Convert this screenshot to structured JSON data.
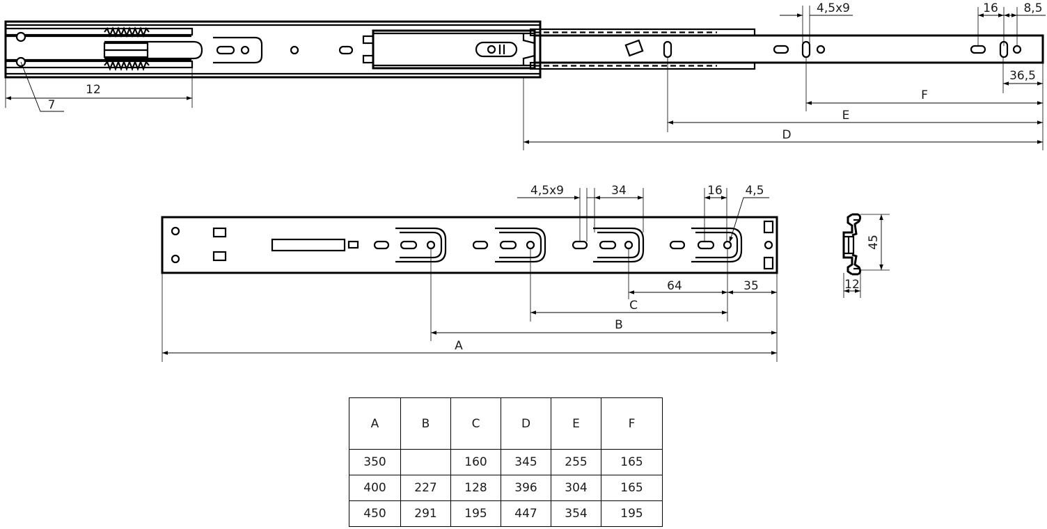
{
  "top_view": {
    "dims": {
      "d12": "12",
      "d7": "7",
      "slot": "4,5x9",
      "d16": "16",
      "d8_5": "8,5",
      "d36_5": "36,5",
      "F": "F",
      "E": "E",
      "D": "D"
    }
  },
  "main_view": {
    "dims": {
      "slot": "4,5x9",
      "d34": "34",
      "d16": "16",
      "d4_5": "4,5",
      "d64": "64",
      "d35": "35",
      "C": "C",
      "B": "B",
      "A": "A"
    }
  },
  "section_view": {
    "dims": {
      "d45": "45",
      "d12": "12"
    }
  },
  "table": {
    "headers": [
      "A",
      "B",
      "C",
      "D",
      "E",
      "F"
    ],
    "rows": [
      [
        "350",
        "",
        "160",
        "345",
        "255",
        "165"
      ],
      [
        "400",
        "227",
        "128",
        "396",
        "304",
        "165"
      ],
      [
        "450",
        "291",
        "195",
        "447",
        "354",
        "195"
      ]
    ]
  }
}
